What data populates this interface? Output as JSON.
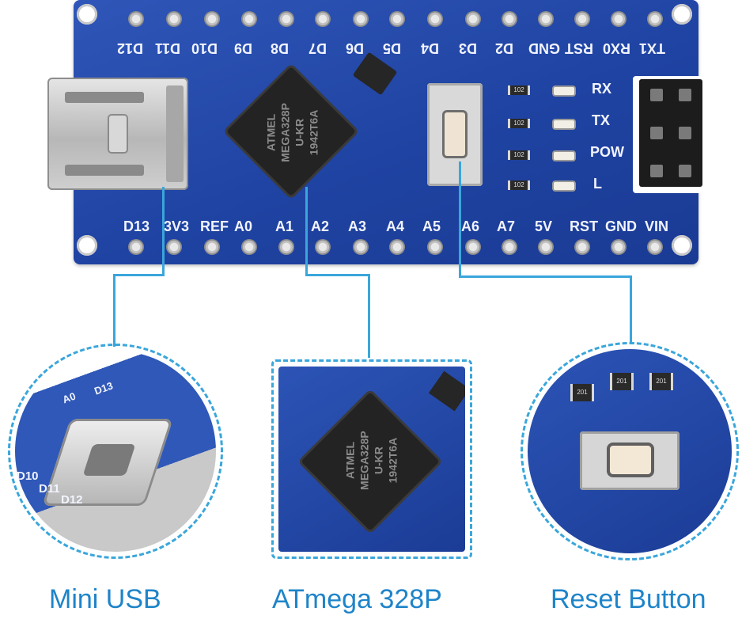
{
  "board": {
    "top_labels": [
      "D12",
      "D11",
      "D10",
      "D9",
      "D8",
      "D7",
      "D6",
      "D5",
      "D4",
      "D3",
      "D2",
      "GND",
      "RST",
      "RX0",
      "TX1"
    ],
    "bottom_labels": [
      "D13",
      "3V3",
      "REF",
      "A0",
      "A1",
      "A2",
      "A3",
      "A4",
      "A5",
      "A6",
      "A7",
      "5V",
      "RST",
      "GND",
      "VIN"
    ],
    "led_labels": [
      "RX",
      "TX",
      "POW",
      "L"
    ],
    "resistor_code": "102",
    "chip_text": [
      "ATMEL",
      "MEGA328P",
      "U-KR",
      "1942T6A"
    ]
  },
  "zoom_views": {
    "usb_labels": [
      "D10",
      "D11",
      "D12"
    ],
    "usb_side_labels": [
      "A0",
      "D13"
    ],
    "chip_text": [
      "ATMEL",
      "MEGA328P",
      "U-KR",
      "1942T6A"
    ],
    "reset_resistor_code": "201"
  },
  "captions": {
    "usb": "Mini USB",
    "chip": "ATmega 328P",
    "reset": "Reset Button"
  },
  "colors": {
    "pcb": "#1f43a2",
    "accent": "#1e84c9",
    "connector_line": "#3aa6db"
  }
}
